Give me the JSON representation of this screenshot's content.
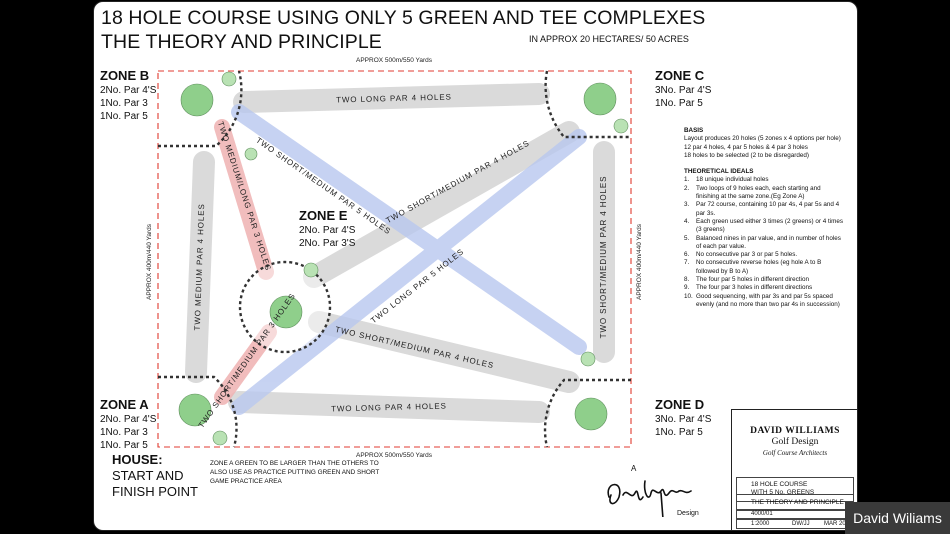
{
  "title": {
    "line1": "18 HOLE COURSE USING ONLY 5 GREEN AND TEE COMPLEXES",
    "line2": "THE THEORY AND PRINCIPLE",
    "area": "IN APPROX 20 HECTARES/ 50 ACRES"
  },
  "dimensions": {
    "top": "APPROX 500m/550 Yards",
    "bottom": "APPROX 500m/550 Yards",
    "left": "APPROX 400m/440 Yards",
    "right": "APPROX 400m/440 Yards"
  },
  "zones": {
    "a": {
      "name": "ZONE A",
      "lines": [
        "2No. Par 4'S",
        "1No. Par 3",
        "1No. Par 5"
      ]
    },
    "b": {
      "name": "ZONE B",
      "lines": [
        "2No. Par 4'S",
        "1No. Par 3",
        "1No. Par 5"
      ]
    },
    "c": {
      "name": "ZONE C",
      "lines": [
        "3No. Par 4'S",
        "1No. Par 5"
      ]
    },
    "d": {
      "name": "ZONE D",
      "lines": [
        "3No. Par 4'S",
        "1No. Par 5"
      ]
    },
    "e": {
      "name": "ZONE E",
      "lines": [
        "2No. Par 4'S",
        "2No. Par 3'S"
      ]
    }
  },
  "holes": {
    "top": "TWO LONG PAR 4 HOLES",
    "bottom": "TWO LONG PAR 4 HOLES",
    "left": "TWO MEDIUM PAR 4 HOLES",
    "right": "TWO SHORT/MEDIUM PAR 4 HOLES",
    "b_to_e": "TWO MEDIUM/LONG PAR 3 HOLES",
    "a_to_e": "TWO SHORT/MEDIUM PAR 3 HOLES",
    "b_to_d": "TWO SHORT/MEDIUM PAR 5 HOLES",
    "e_to_c": "TWO SHORT/MEDIUM PAR 4 HOLES",
    "a_to_c": "TWO LONG PAR 5 HOLES",
    "e_to_d": "TWO SHORT/MEDIUM PAR 4 HOLES"
  },
  "house": {
    "title": "HOUSE:",
    "line1": "START AND",
    "line2": "FINISH POINT"
  },
  "zone_a_note": [
    "ZONE A GREEN TO BE LARGER THAN THE OTHERS TO",
    "ALSO USE AS PRACTICE PUTTING GREEN AND SHORT",
    "GAME PRACTICE AREA"
  ],
  "notes": {
    "basis_heading": "BASIS",
    "basis": [
      "Layout produces 20 holes (5 zones x 4 options per hole)",
      "12 par 4 holes, 4 par 5 holes & 4 par 3 holes",
      "18 holes to be selected (2 to be disregarded)"
    ],
    "ideals_heading": "THEORETICAL IDEALS",
    "ideals": [
      {
        "n": "1.",
        "text": "18 unique individual holes"
      },
      {
        "n": "2.",
        "text": "Two loops of 9 holes each, each starting and finishing at the same zone.(Eg Zone A)"
      },
      {
        "n": "3.",
        "text": "Par 72 course, containing 10 par 4s, 4 par 5s and 4 par 3s."
      },
      {
        "n": "4.",
        "text": "Each green used either 3 times (2 greens) or 4 times (3 greens)"
      },
      {
        "n": "5.",
        "text": "Balanced nines in par value, and in number of holes of each par value."
      },
      {
        "n": "6.",
        "text": "No consecutive par 3 or par 5 holes."
      },
      {
        "n": "7.",
        "text": "No consecutive reverse holes (eg hole A to B followed by B to A)"
      },
      {
        "n": "8.",
        "text": "The four par 5 holes in different direction"
      },
      {
        "n": "9.",
        "text": "The four par 3 holes in different directions"
      },
      {
        "n": "10.",
        "text": "Good sequencing, with par 3s and par 5s spaced evenly (and no more than two par 4s in succession)"
      }
    ]
  },
  "signature": {
    "letter": "A",
    "caption": "Design"
  },
  "title_block": {
    "company": "DAVID WILLIAMS",
    "subtitle": "Golf Design",
    "tagline": "Golf Course Architects",
    "project_lines": [
      "18 HOLE COURSE",
      "WITH 5 No. GREENS"
    ],
    "drawing_title": "THE THEORY AND PRINCIPLE",
    "drawing_no": "4000/01",
    "scale": "1:2000",
    "drawn": "DW/JJ",
    "date": "MAR 2013"
  },
  "watermark": "David Wiliams",
  "colors": {
    "fairway": "#dcdcdc",
    "par3": "#f0b4b4",
    "par5": "#b6c6ee",
    "green": "#8fcf8b",
    "boundary": "#e03b30"
  }
}
